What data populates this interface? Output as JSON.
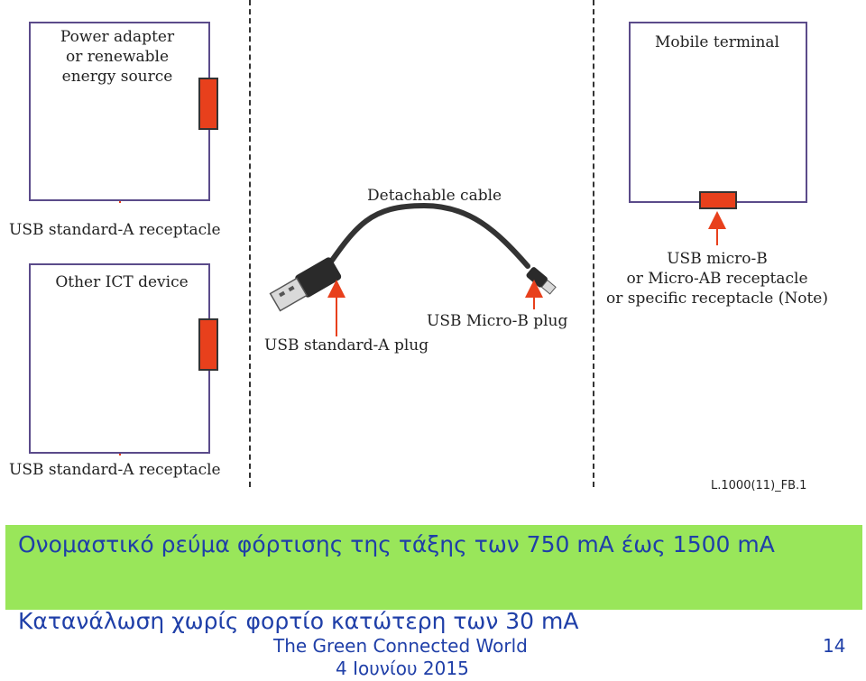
{
  "diagram": {
    "power_adapter_lines": [
      "Power adapter",
      "or renewable",
      "energy source"
    ],
    "usb_a_receptacle_top": "USB standard-A receptacle",
    "other_ict_device": "Other ICT device",
    "usb_a_receptacle_bottom": "USB standard-A receptacle",
    "detachable_cable": "Detachable cable",
    "usb_a_plug": "USB standard-A plug",
    "usb_micro_b_plug": "USB Micro-B plug",
    "mobile_terminal": "Mobile terminal",
    "micro_receptacle_lines": [
      "USB micro-B",
      "or Micro-AB receptacle",
      "or specific receptacle (Note)"
    ],
    "figure_id": "L.1000(11)_FB.1",
    "colors": {
      "receptacle": "#e8401c",
      "box_border": "#5b4b8a",
      "dashed_line": "#333333"
    }
  },
  "slide": {
    "highlight_text": "Ονομαστικό ρεύμα φόρτισης της τάξης των 750 mA έως 1500 mA",
    "highlight_color": "#99e65a",
    "note_text": "Κατανάλωση χωρίς φορτίο κατώτερη των 30 mA",
    "text_color": "#1f3fa8"
  },
  "footer": {
    "title": "The Green Connected World",
    "date": "4 Ιουνίου 2015",
    "page_number": "14"
  }
}
